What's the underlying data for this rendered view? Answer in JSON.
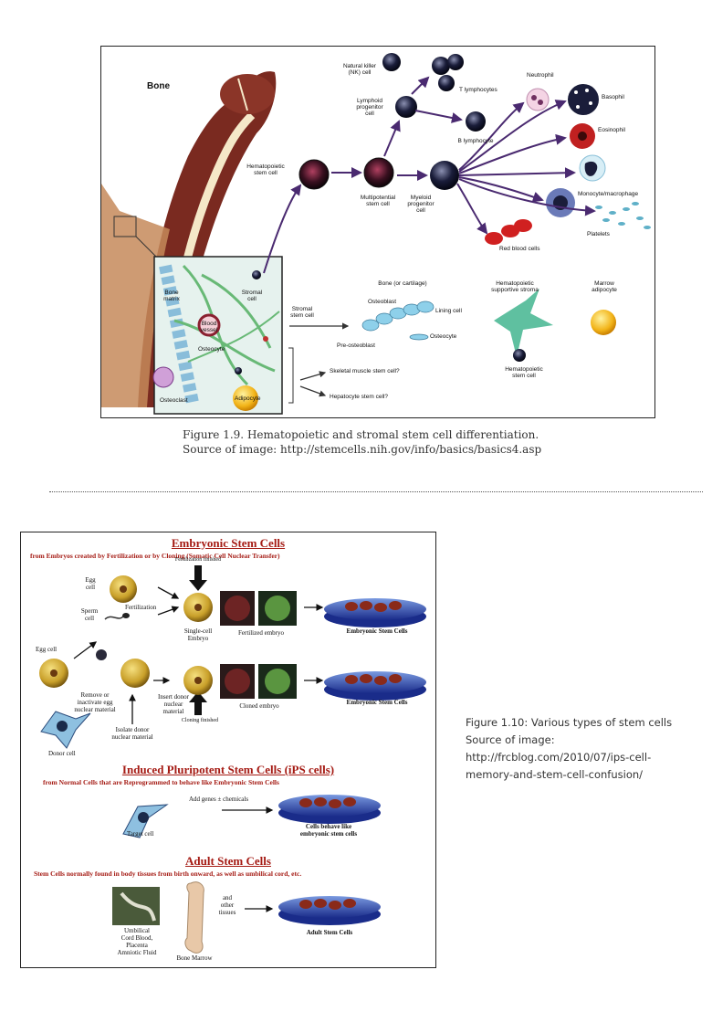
{
  "figure1": {
    "labels": {
      "bone": "Bone",
      "hsc": "Hematopoietic\nstem cell",
      "multipotential": "Multipotential\nstem cell",
      "lymphoid": "Lymphoid\nprogenitor\ncell",
      "nk": "Natural killer\n(NK) cell",
      "t_lymph": "T lymphocytes",
      "b_lymph": "B lymphocyte",
      "myeloid": "Myeloid\nprogenitor\ncell",
      "neutrophil": "Neutrophil",
      "basophil": "Basophil",
      "eosinophil": "Eosinophil",
      "monocyte": "Monocyte/macrophage",
      "platelets": "Platelets",
      "rbc": "Red blood cells",
      "bone_matrix": "Bone\nmatrix",
      "stromal_cell_in": "Stromal\ncell",
      "blood_vessel": "Blood\nvessel",
      "osteocyte_in": "Osteocyte",
      "osteoclast": "Osteoclast",
      "adipocyte": "Adipocyte",
      "stromal_stem": "Stromal\nstem cell",
      "bone_cartilage": "Bone (or cartilage)",
      "osteoblast": "Osteoblast",
      "lining_cell": "Lining cell",
      "pre_osteoblast": "Pre-osteoblast",
      "osteocyte": "Osteocyte",
      "hsc_supportive": "Hematopoietic\nsupportive stroma",
      "marrow_adipocyte": "Marrow\nadipocyte",
      "hsc_small": "Hematopoietic\nstem cell",
      "skeletal": "Skeletal muscle stem cell?",
      "hepatocyte": "Hepatocyte stem cell?"
    },
    "caption_line1": "Figure 1.9. Hematopoietic and stromal stem cell differentiation.",
    "caption_line2": "Source of image: http://stemcells.nih.gov/info/basics/basics4.asp"
  },
  "figure2": {
    "title_esc": "Embryonic Stem Cells",
    "subtitle_esc": "from Embryos created by Fertilization or by Cloning (Somatic Cell Nuclear Transfer)",
    "egg_cell": "Egg\ncell",
    "sperm_cell": "Sperm\ncell",
    "fertilization": "Fertilization",
    "fert_finished": "Fertilization finished",
    "single_cell": "Single-cell\nEmbryo",
    "fertilized_embryo": "Fertilized embryo",
    "esc_label1": "Embryonic Stem Cells",
    "egg_cell2": "Egg cell",
    "remove": "Remove or\ninactivate egg\nnuclear material",
    "insert": "Insert donor\nnuclear\nmaterial",
    "cloned_embryo": "Cloned embryo",
    "esc_label2": "Embryonic Stem Cells",
    "cloning_finished": "Cloning finished",
    "donor_cell": "Donor cell",
    "isolate": "Isolate donor\nnuclear material",
    "title_ips": "Induced Pluripotent Stem Cells (iPS cells)",
    "subtitle_ips": "from Normal Cells that are Reprogrammed to behave like Embryonic Stem Cells",
    "add_genes": "Add genes ± chemicals",
    "target_cell": "Target cell",
    "behave_like": "Cells behave like\nembryonic stem cells",
    "title_adult": "Adult Stem Cells",
    "subtitle_adult": "Stem Cells normally found in body tissues from birth onward, as well as umbilical cord, etc.",
    "cord_blood": "Umbilical\nCord Blood,\nPlacenta\nAmniotic Fluid",
    "bone_marrow": "Bone Marrow",
    "other_tissues": "and\nother\ntissues",
    "adult_label": "Adult Stem Cells",
    "caption_line1": "Figure 1.10: Various types of stem cells",
    "caption_line2": "Source of image:",
    "caption_line3": "http://frcblog.com/2010/07/ips-cell-",
    "caption_line4": "memory-and-stem-cell-confusion/"
  }
}
